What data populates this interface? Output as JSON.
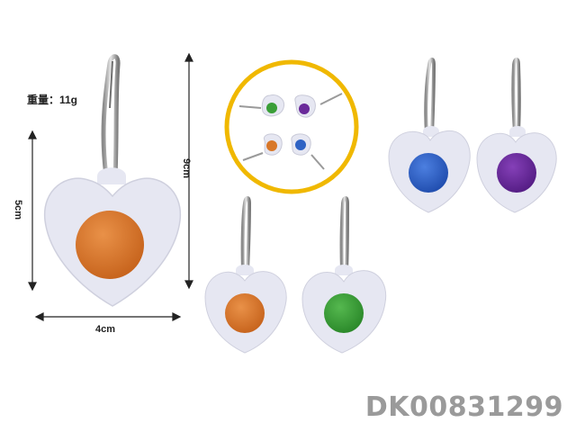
{
  "labels": {
    "weight": "重量：11g",
    "width": "4cm",
    "height": "5cm",
    "length": "9cm"
  },
  "product_code": "DK00831299",
  "colors": {
    "heart_body": "#e6e7f2",
    "ring_border": "#f0b800",
    "bubble_orange": "#d8782a",
    "bubble_green": "#3a9e38",
    "bubble_blue": "#2f63c4",
    "bubble_purple": "#6a2a9a"
  },
  "keychains": [
    {
      "color_name": "orange"
    },
    {
      "color_name": "orange"
    },
    {
      "color_name": "green"
    },
    {
      "color_name": "blue"
    },
    {
      "color_name": "purple"
    }
  ]
}
